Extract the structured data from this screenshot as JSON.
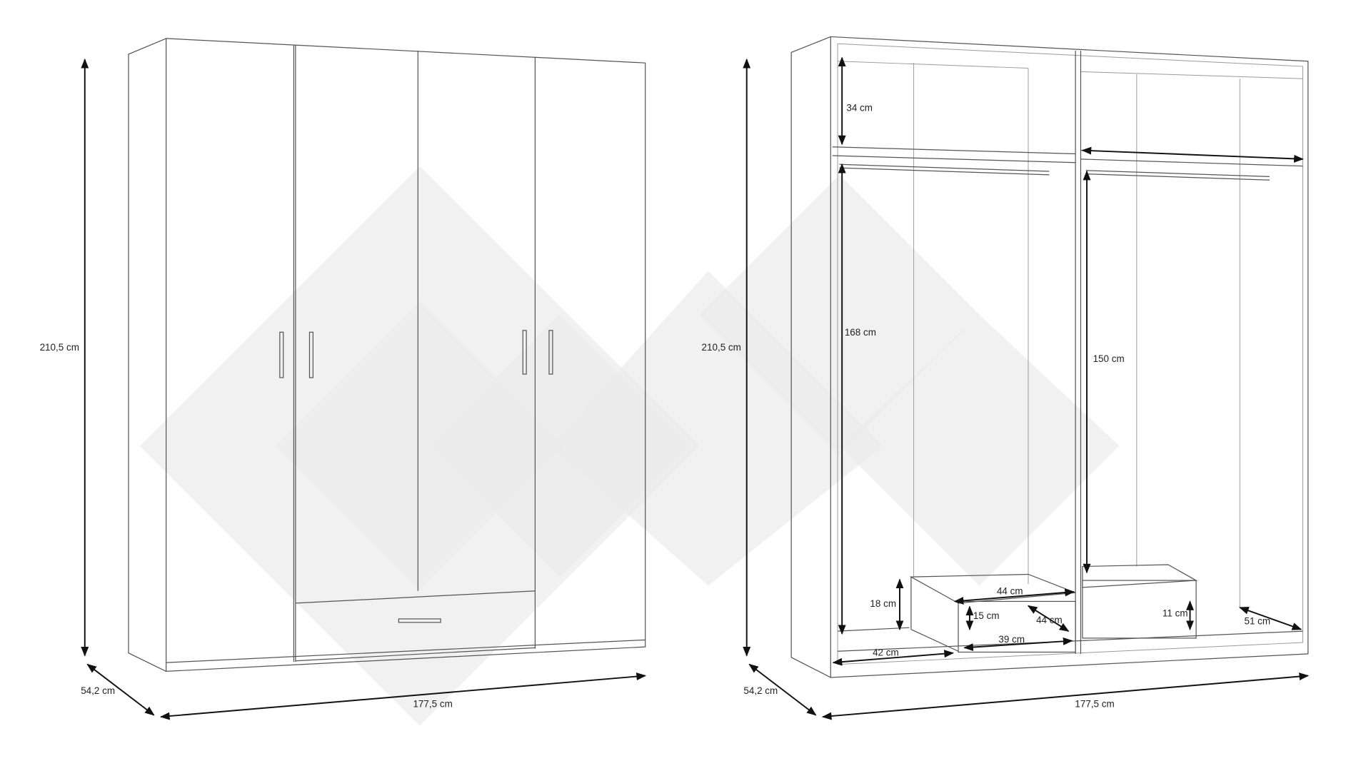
{
  "front_view": {
    "height": "210,5 cm",
    "depth": "54,2 cm",
    "width": "177,5 cm"
  },
  "interior_view": {
    "height": "210,5 cm",
    "depth": "54,2 cm",
    "width": "177,5 cm",
    "top_shelf_height": "34 cm",
    "left_hanging_height": "168 cm",
    "right_hanging_height": "150 cm",
    "drawer_box_height": "18 cm",
    "drawer_box_width": "44 cm",
    "drawer_inner_height": "15 cm",
    "drawer_inner_depth": "44 cm",
    "drawer_inner_width": "39 cm",
    "bottom_left_width": "42 cm",
    "right_drawer_height": "11 cm",
    "bottom_right_depth": "51 cm"
  }
}
